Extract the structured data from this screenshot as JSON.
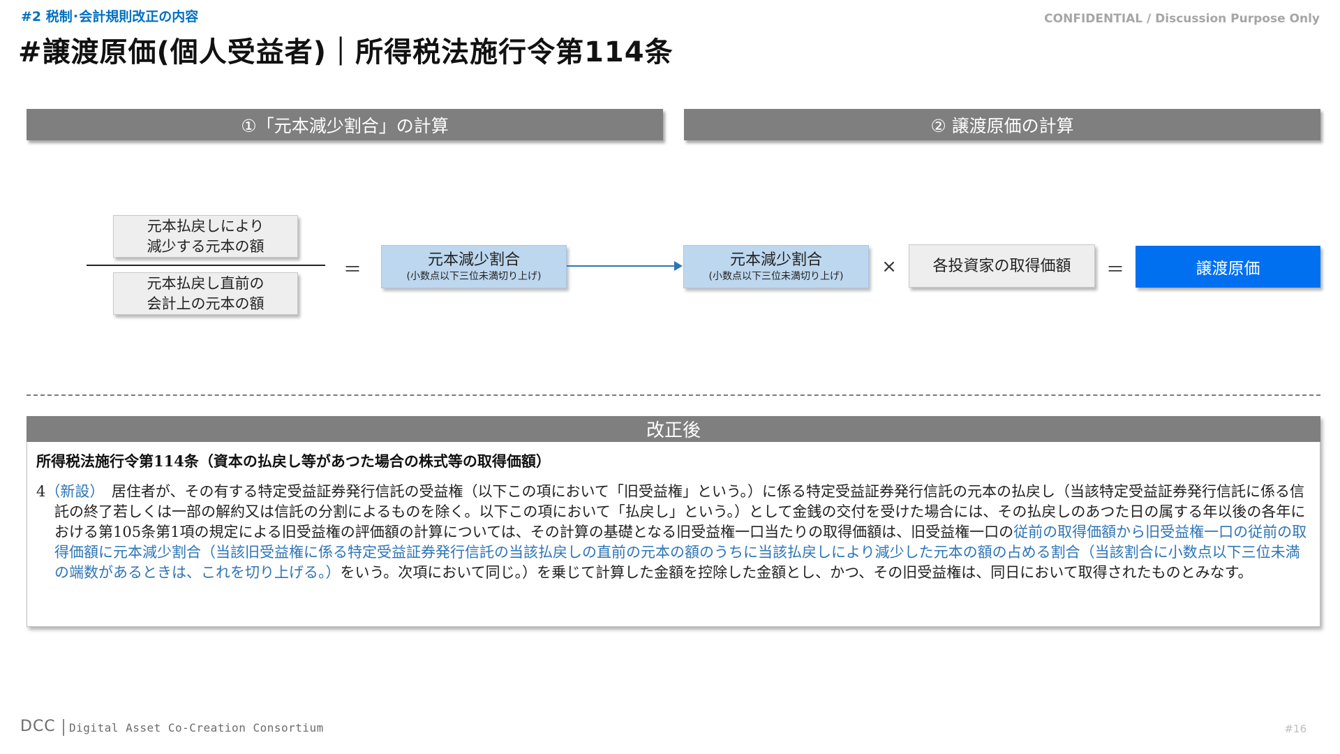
{
  "header": {
    "section_tag": "#2 税制･会計規則改正の内容",
    "confidential": "CONFIDENTIAL / Discussion Purpose Only",
    "title": "#譲渡原価(個人受益者)｜所得税法施行令第114条"
  },
  "steps": {
    "step1": "①「元本減少割合」の計算",
    "step2": "② 譲渡原価の計算"
  },
  "formula": {
    "numerator_line1": "元本払戻しにより",
    "numerator_line2": "減少する元本の額",
    "denominator_line1": "元本払戻し直前の",
    "denominator_line2": "会計上の元本の額",
    "equals": "＝",
    "ratio_label": "元本減少割合",
    "ratio_note": "(小数点以下三位未満切り上げ)",
    "times": "×",
    "acquisition_price": "各投資家の取得価額",
    "result": "譲渡原価"
  },
  "amendment": {
    "bar_label": "改正後",
    "heading": "所得税法施行令第114条（資本の払戻し等があつた場合の株式等の取得価額）",
    "para_no": "4",
    "new_tag": "（新設）",
    "text_1": "　居住者が、その有する特定受益証券発行信託の受益権（以下この項において「旧受益権」という。）に係る特定受益証券発行信託の元本の払戻し（当該特定受益証券発行信託に係る信託の終了若しくは一部の解約又は信託の分割によるものを除く。以下この項において「払戻し」という。）として金銭の交付を受けた場合には、その払戻しのあつた日の属する年以後の各年における第105条第1項の規定による旧受益権の評価額の計算については、その計算の基礎となる旧受益権一口当たりの取得価額は、旧受益権一口の",
    "text_highlight": "従前の取得価額から旧受益権一口の従前の取得価額に元本減少割合（当該旧受益権に係る特定受益証券発行信託の当該払戻しの直前の元本の額のうちに当該払戻しにより減少した元本の額の占める割合（当該割合に小数点以下三位未満の端数があるときは、これを切り上げる。）",
    "text_2": "をいう。次項において同じ。）を乗じて計算した金額を控除した金額とし、かつ、その旧受益権は、同日において取得されたものとみなす。"
  },
  "footer": {
    "logo": "DCC",
    "org": "Digital Asset Co-Creation Consortium",
    "page": "#16"
  },
  "colors": {
    "accent_blue": "#0070c0",
    "result_blue": "#0070f0",
    "ratio_box": "#bdd7ee",
    "header_bar": "#7f7f7f",
    "highlight_text": "#2e75b6"
  }
}
